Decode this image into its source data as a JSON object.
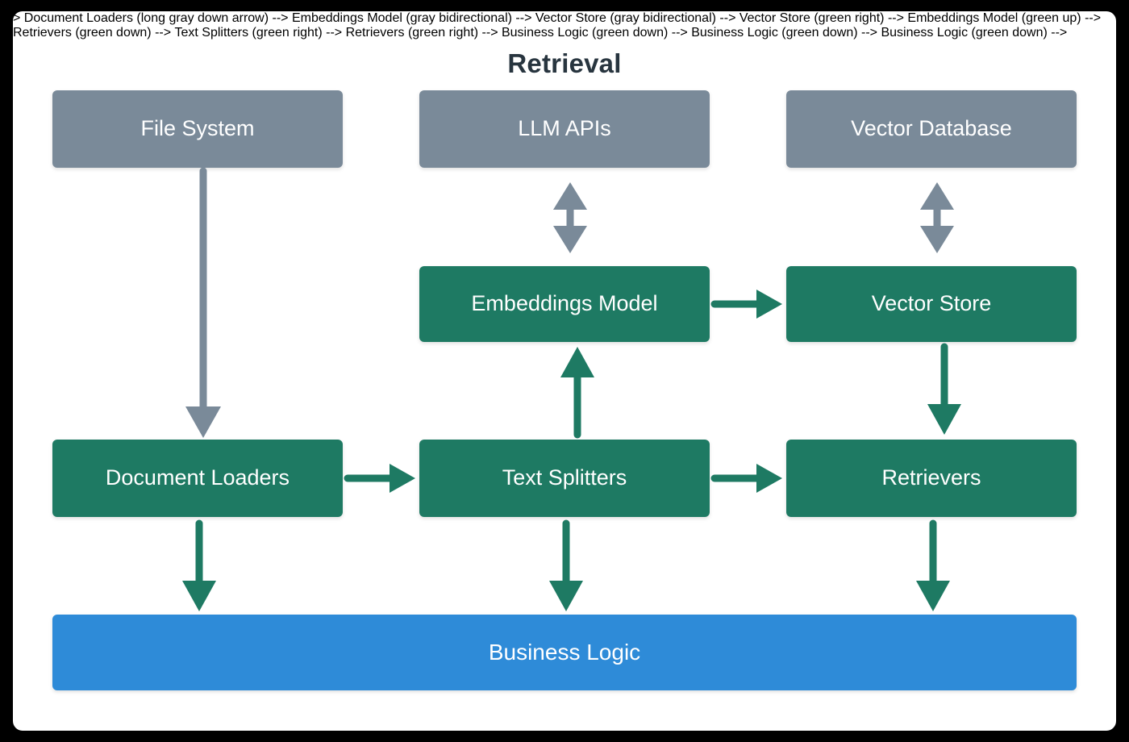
{
  "diagram": {
    "title": "Retrieval",
    "colors": {
      "frame": "#000000",
      "panel": "#ffffff",
      "title_text": "#28353f",
      "source_node": "#7a8a99",
      "process_node": "#1e7a63",
      "sink_node": "#2e8bd8",
      "gray_arrow": "#7a8a99",
      "green_arrow": "#1e7a63",
      "node_text": "#ffffff"
    },
    "nodes": [
      {
        "id": "file-system",
        "label": "File System",
        "kind": "source",
        "column": "left",
        "row": 1
      },
      {
        "id": "llm-apis",
        "label": "LLM APIs",
        "kind": "source",
        "column": "middle",
        "row": 1
      },
      {
        "id": "vector-database",
        "label": "Vector Database",
        "kind": "source",
        "column": "right",
        "row": 1
      },
      {
        "id": "embeddings-model",
        "label": "Embeddings Model",
        "kind": "process",
        "column": "middle",
        "row": 2
      },
      {
        "id": "vector-store",
        "label": "Vector Store",
        "kind": "process",
        "column": "right",
        "row": 2
      },
      {
        "id": "document-loaders",
        "label": "Document Loaders",
        "kind": "process",
        "column": "left",
        "row": 3
      },
      {
        "id": "text-splitters",
        "label": "Text Splitters",
        "kind": "process",
        "column": "middle",
        "row": 3
      },
      {
        "id": "retrievers",
        "label": "Retrievers",
        "kind": "process",
        "column": "right",
        "row": 3
      },
      {
        "id": "business-logic",
        "label": "Business Logic",
        "kind": "sink",
        "column": "full",
        "row": 4
      }
    ],
    "edges": [
      {
        "id": "file-system-to-document-loaders",
        "from": "file-system",
        "to": "document-loaders",
        "direction": "down",
        "color": "gray"
      },
      {
        "id": "llm-apis-embeddings-model",
        "from": "llm-apis",
        "to": "embeddings-model",
        "direction": "bidirectional",
        "color": "gray"
      },
      {
        "id": "vector-database-vector-store",
        "from": "vector-database",
        "to": "vector-store",
        "direction": "bidirectional",
        "color": "gray"
      },
      {
        "id": "embeddings-model-to-vector-store",
        "from": "embeddings-model",
        "to": "vector-store",
        "direction": "right",
        "color": "green"
      },
      {
        "id": "text-splitters-to-embeddings-model",
        "from": "text-splitters",
        "to": "embeddings-model",
        "direction": "up",
        "color": "green"
      },
      {
        "id": "vector-store-to-retrievers",
        "from": "vector-store",
        "to": "retrievers",
        "direction": "down",
        "color": "green"
      },
      {
        "id": "document-loaders-to-text-splitters",
        "from": "document-loaders",
        "to": "text-splitters",
        "direction": "right",
        "color": "green"
      },
      {
        "id": "text-splitters-to-retrievers",
        "from": "text-splitters",
        "to": "retrievers",
        "direction": "right",
        "color": "green"
      },
      {
        "id": "document-loaders-to-business-logic",
        "from": "document-loaders",
        "to": "business-logic",
        "direction": "down",
        "color": "green"
      },
      {
        "id": "text-splitters-to-business-logic",
        "from": "text-splitters",
        "to": "business-logic",
        "direction": "down",
        "color": "green"
      },
      {
        "id": "retrievers-to-business-logic",
        "from": "retrievers",
        "to": "business-logic",
        "direction": "down",
        "color": "green"
      }
    ]
  }
}
